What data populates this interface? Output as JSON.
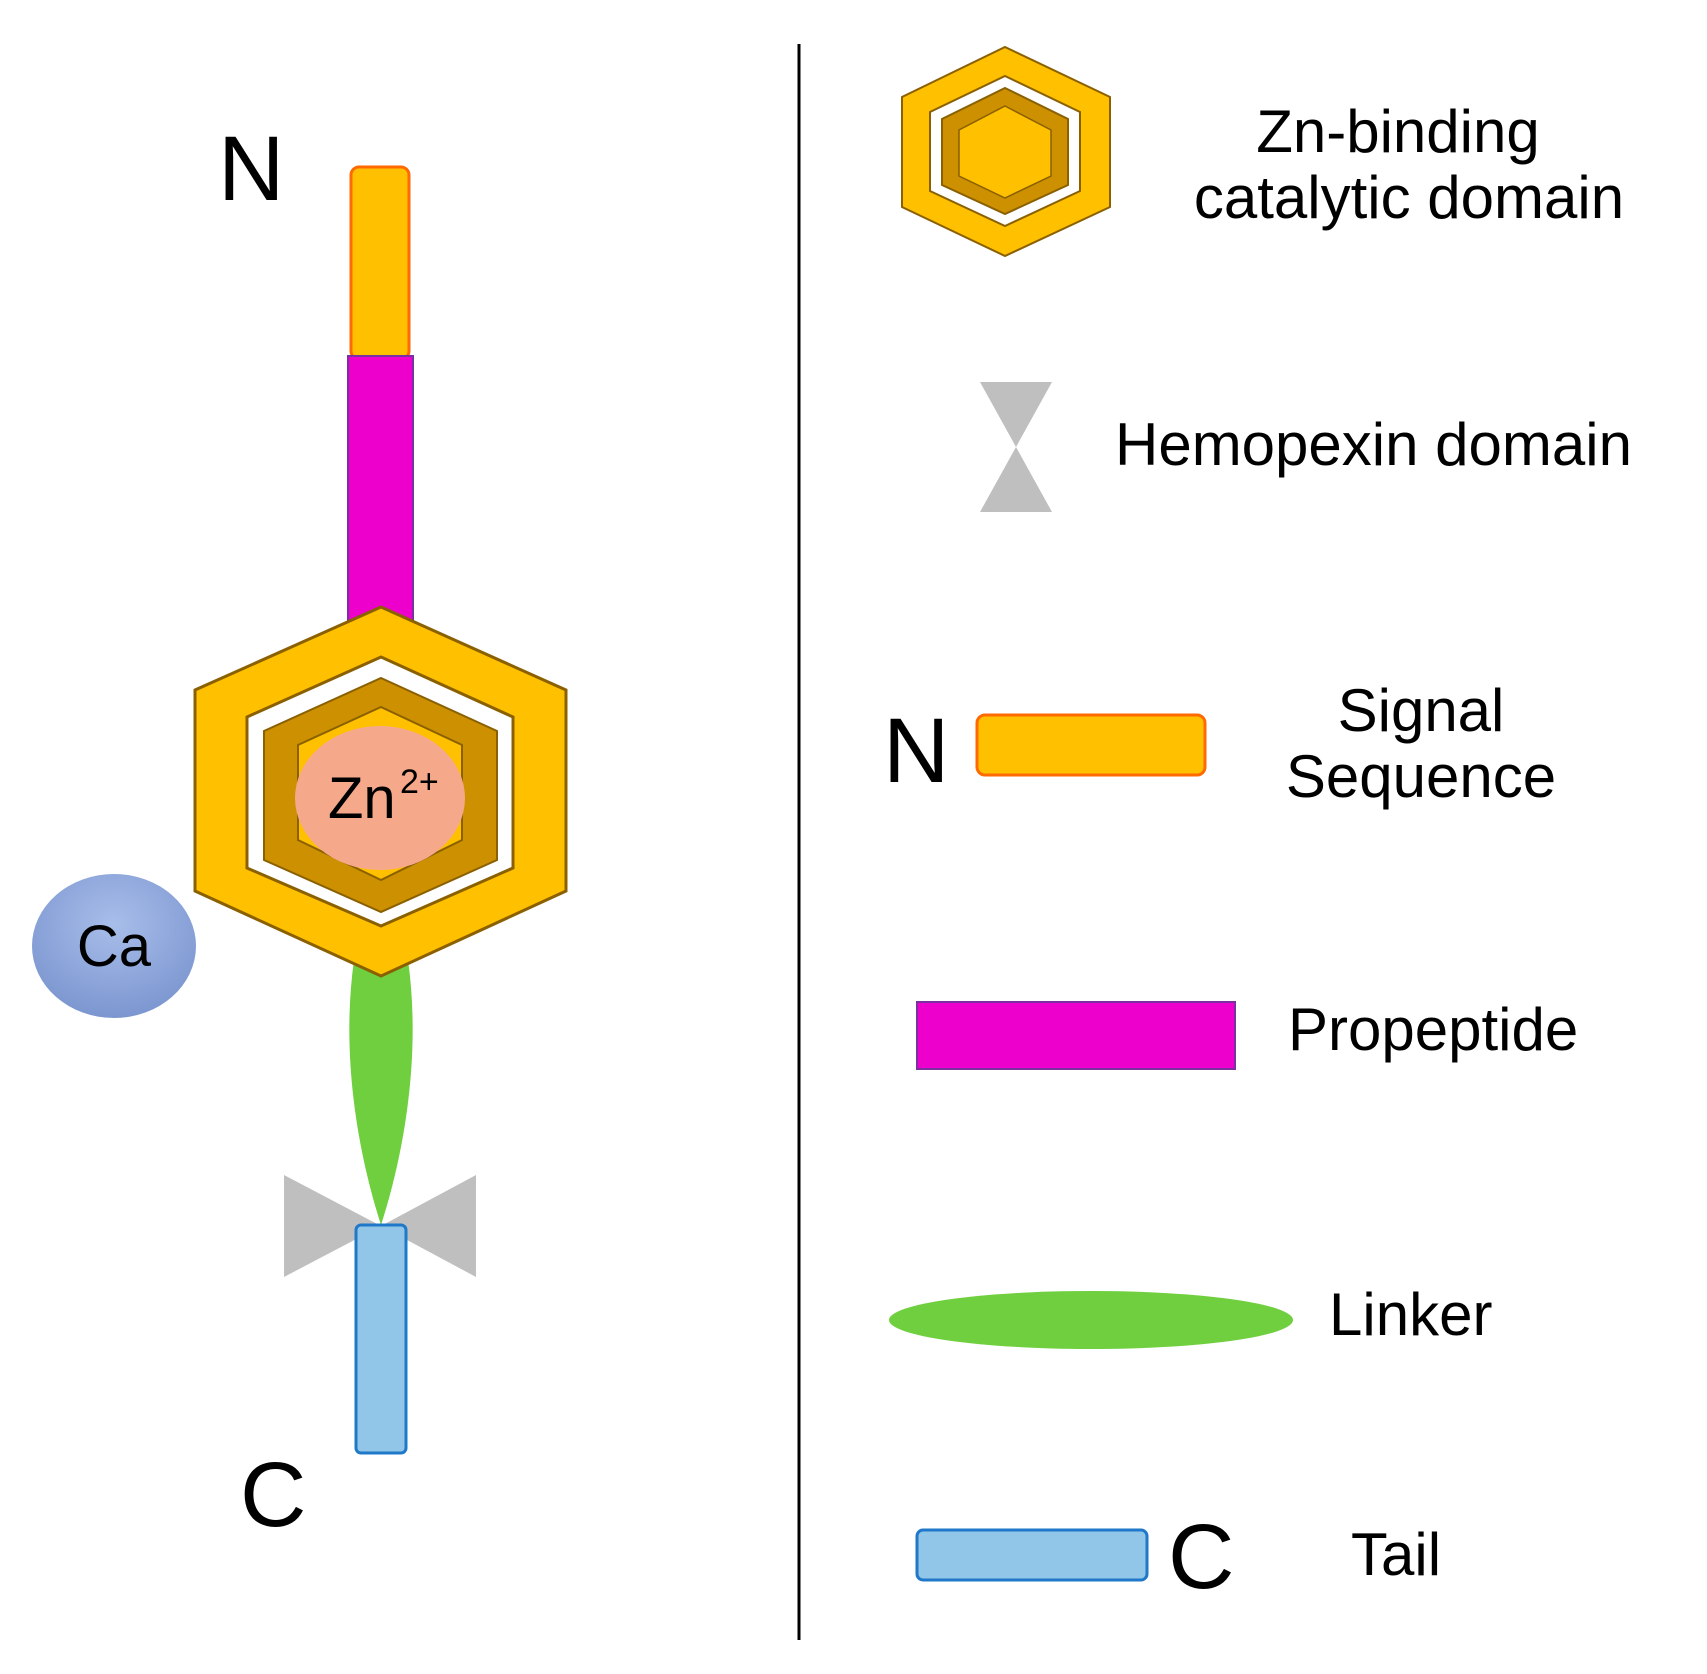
{
  "diagram": {
    "protein": {
      "n_terminus": "N",
      "c_terminus": "C",
      "zinc_ion": {
        "symbol": "Zn",
        "charge": "2+"
      },
      "calcium_ion": "Ca"
    },
    "legend": {
      "catalytic_domain": {
        "line1": "Zn-binding",
        "line2": "catalytic domain"
      },
      "hemopexin_domain": "Hemopexin domain",
      "signal_sequence": {
        "terminus": "N",
        "line1": "Signal",
        "line2": "Sequence"
      },
      "propeptide": "Propeptide",
      "linker": "Linker",
      "tail": {
        "terminus": "C",
        "label": "Tail"
      }
    },
    "colors": {
      "signal_fill": "#FFC000",
      "signal_stroke": "#FF6A00",
      "propeptide_fill": "#EE00CC",
      "propeptide_stroke": "#7B2FA0",
      "catalytic_outer": "#FFC000",
      "catalytic_inner": "#CC9000",
      "catalytic_stroke": "#8A6000",
      "zinc_fill": "#F6A98A",
      "calcium_fill": "#8FA8DA",
      "linker_fill": "#6FCF3F",
      "hemopexin_fill": "#BFBFBF",
      "tail_fill": "#91C6E8",
      "tail_stroke": "#1F78C8",
      "divider": "#000000"
    }
  }
}
